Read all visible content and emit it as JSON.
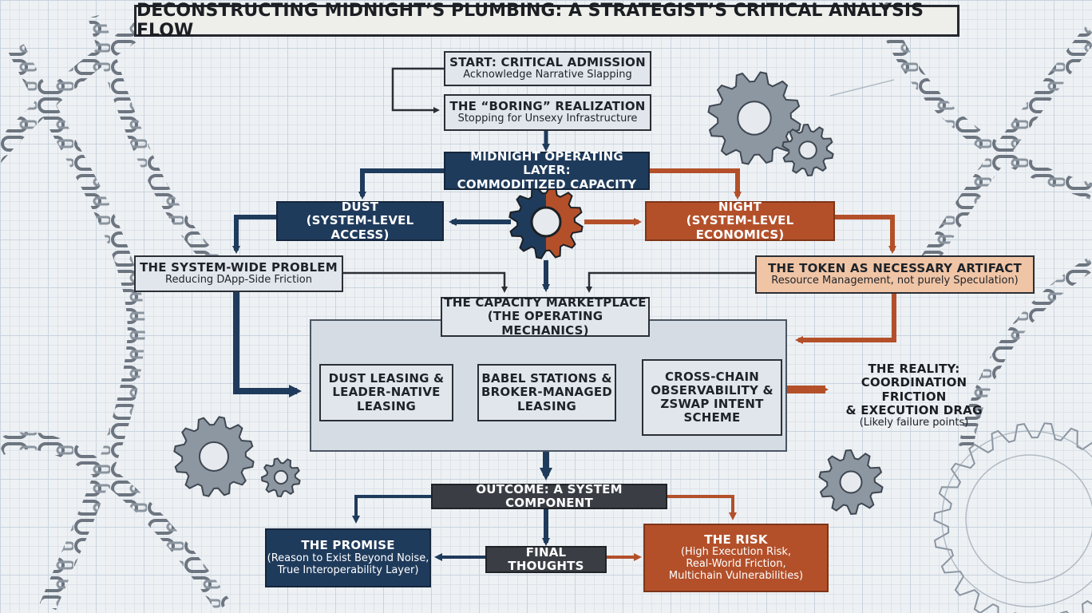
{
  "title": "DECONSTRUCTING MIDNIGHT’S PLUMBING: A STRATEGIST’S CRITICAL ANALYSIS FLOW",
  "colors": {
    "navy": "#1f3b5c",
    "orange": "#b3502a",
    "peach": "#f0c5a6",
    "light": "#e1e6ec",
    "dark": "#3a3e44",
    "grid": "#c9d3dd"
  },
  "nodes": {
    "start": {
      "title": "START: CRITICAL ADMISSION",
      "subtitle": "Acknowledge Narrative Slapping"
    },
    "boring": {
      "title": "THE “BORING” REALIZATION",
      "subtitle": "Stopping for Unsexy Infrastructure"
    },
    "operating_layer": {
      "line1": "MIDNIGHT OPERATING LAYER:",
      "line2": "COMMODITIZED CAPACITY"
    },
    "dust": {
      "line1": "DUST",
      "line2": "(SYSTEM-LEVEL ACCESS)"
    },
    "night": {
      "line1": "NIGHT",
      "line2": "(SYSTEM-LEVEL ECONOMICS)"
    },
    "problem": {
      "title": "THE SYSTEM-WIDE PROBLEM",
      "subtitle": "Reducing DApp-Side Friction"
    },
    "token": {
      "title": "THE TOKEN AS NECESSARY ARTIFACT",
      "subtitle": "Resource Management, not purely Speculation)"
    },
    "marketplace": {
      "line1": "THE CAPACITY MARKETPLACE",
      "line2": "(THE OPERATING MECHANICS)"
    },
    "dust_leasing": {
      "line1": "DUST LEASING &",
      "line2": "LEADER-NATIVE",
      "line3": "LEASING"
    },
    "babel": {
      "line1": "BABEL STATIONS &",
      "line2": "BROKER-MANAGED",
      "line3": "LEASING"
    },
    "crosschain": {
      "line1": "CROSS-CHAIN",
      "line2": "OBSERVABILITY &",
      "line3": "ZSWAP INTENT",
      "line4": "SCHEME"
    },
    "reality": {
      "line1": "THE REALITY:",
      "line2": "COORDINATION FRICTION",
      "line3": "& EXECUTION DRAG",
      "subtitle": "(Likely failure points)"
    },
    "outcome": {
      "title": "OUTCOME: A SYSTEM COMPONENT"
    },
    "promise": {
      "title": "THE PROMISE",
      "line1": "(Reason to Exist Beyond Noise,",
      "line2": "True Interoperability Layer)"
    },
    "final": {
      "title": "FINAL THOUGHTS"
    },
    "risk": {
      "title": "THE RISK",
      "line1": "(High Execution Risk,",
      "line2": "Real-World Friction,",
      "line3": "Multichain Vulnerabilities)"
    }
  },
  "icons": [
    "chain-icon",
    "gear-icon",
    "half-gear-icon",
    "arrow-icon"
  ]
}
